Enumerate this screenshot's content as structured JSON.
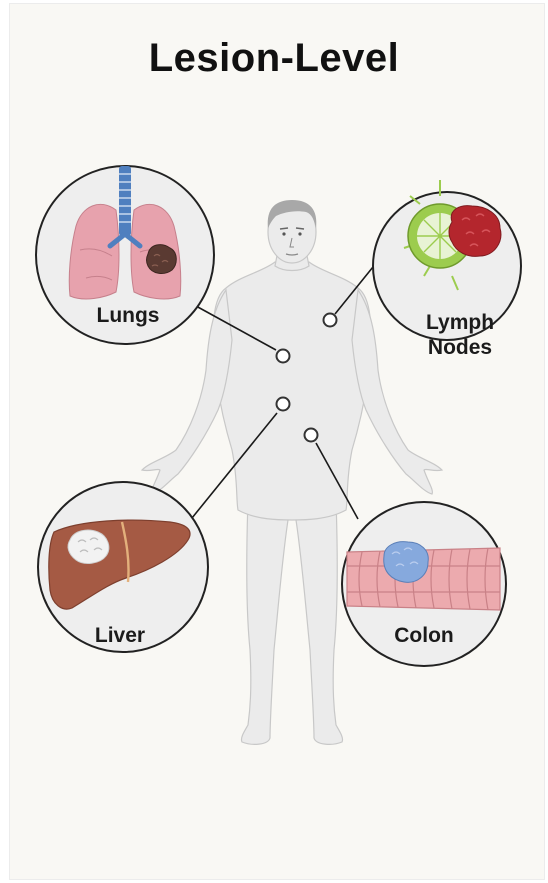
{
  "title": "Lesion-Level",
  "organs": {
    "lungs": {
      "label": "Lungs"
    },
    "lymph_nodes": {
      "label_line1": "Lymph",
      "label_line2": "Nodes"
    },
    "liver": {
      "label": "Liver"
    },
    "colon": {
      "label": "Colon"
    }
  },
  "colors": {
    "background": "#f9f8f4",
    "body_fill": "#ebebeb",
    "circle_fill": "#eeeeee",
    "circle_stroke": "#222222",
    "lung_pink": "#e7a2ad",
    "trachea_blue": "#4f7fbf",
    "lung_tumor": "#5a3a32",
    "lymph_green": "#9ccc4e",
    "lymph_tumor": "#b4262d",
    "liver_brown": "#a55a44",
    "liver_lesion": "#f2f2f2",
    "colon_pink": "#ecaaae",
    "colon_tumor": "#86a9dd"
  }
}
